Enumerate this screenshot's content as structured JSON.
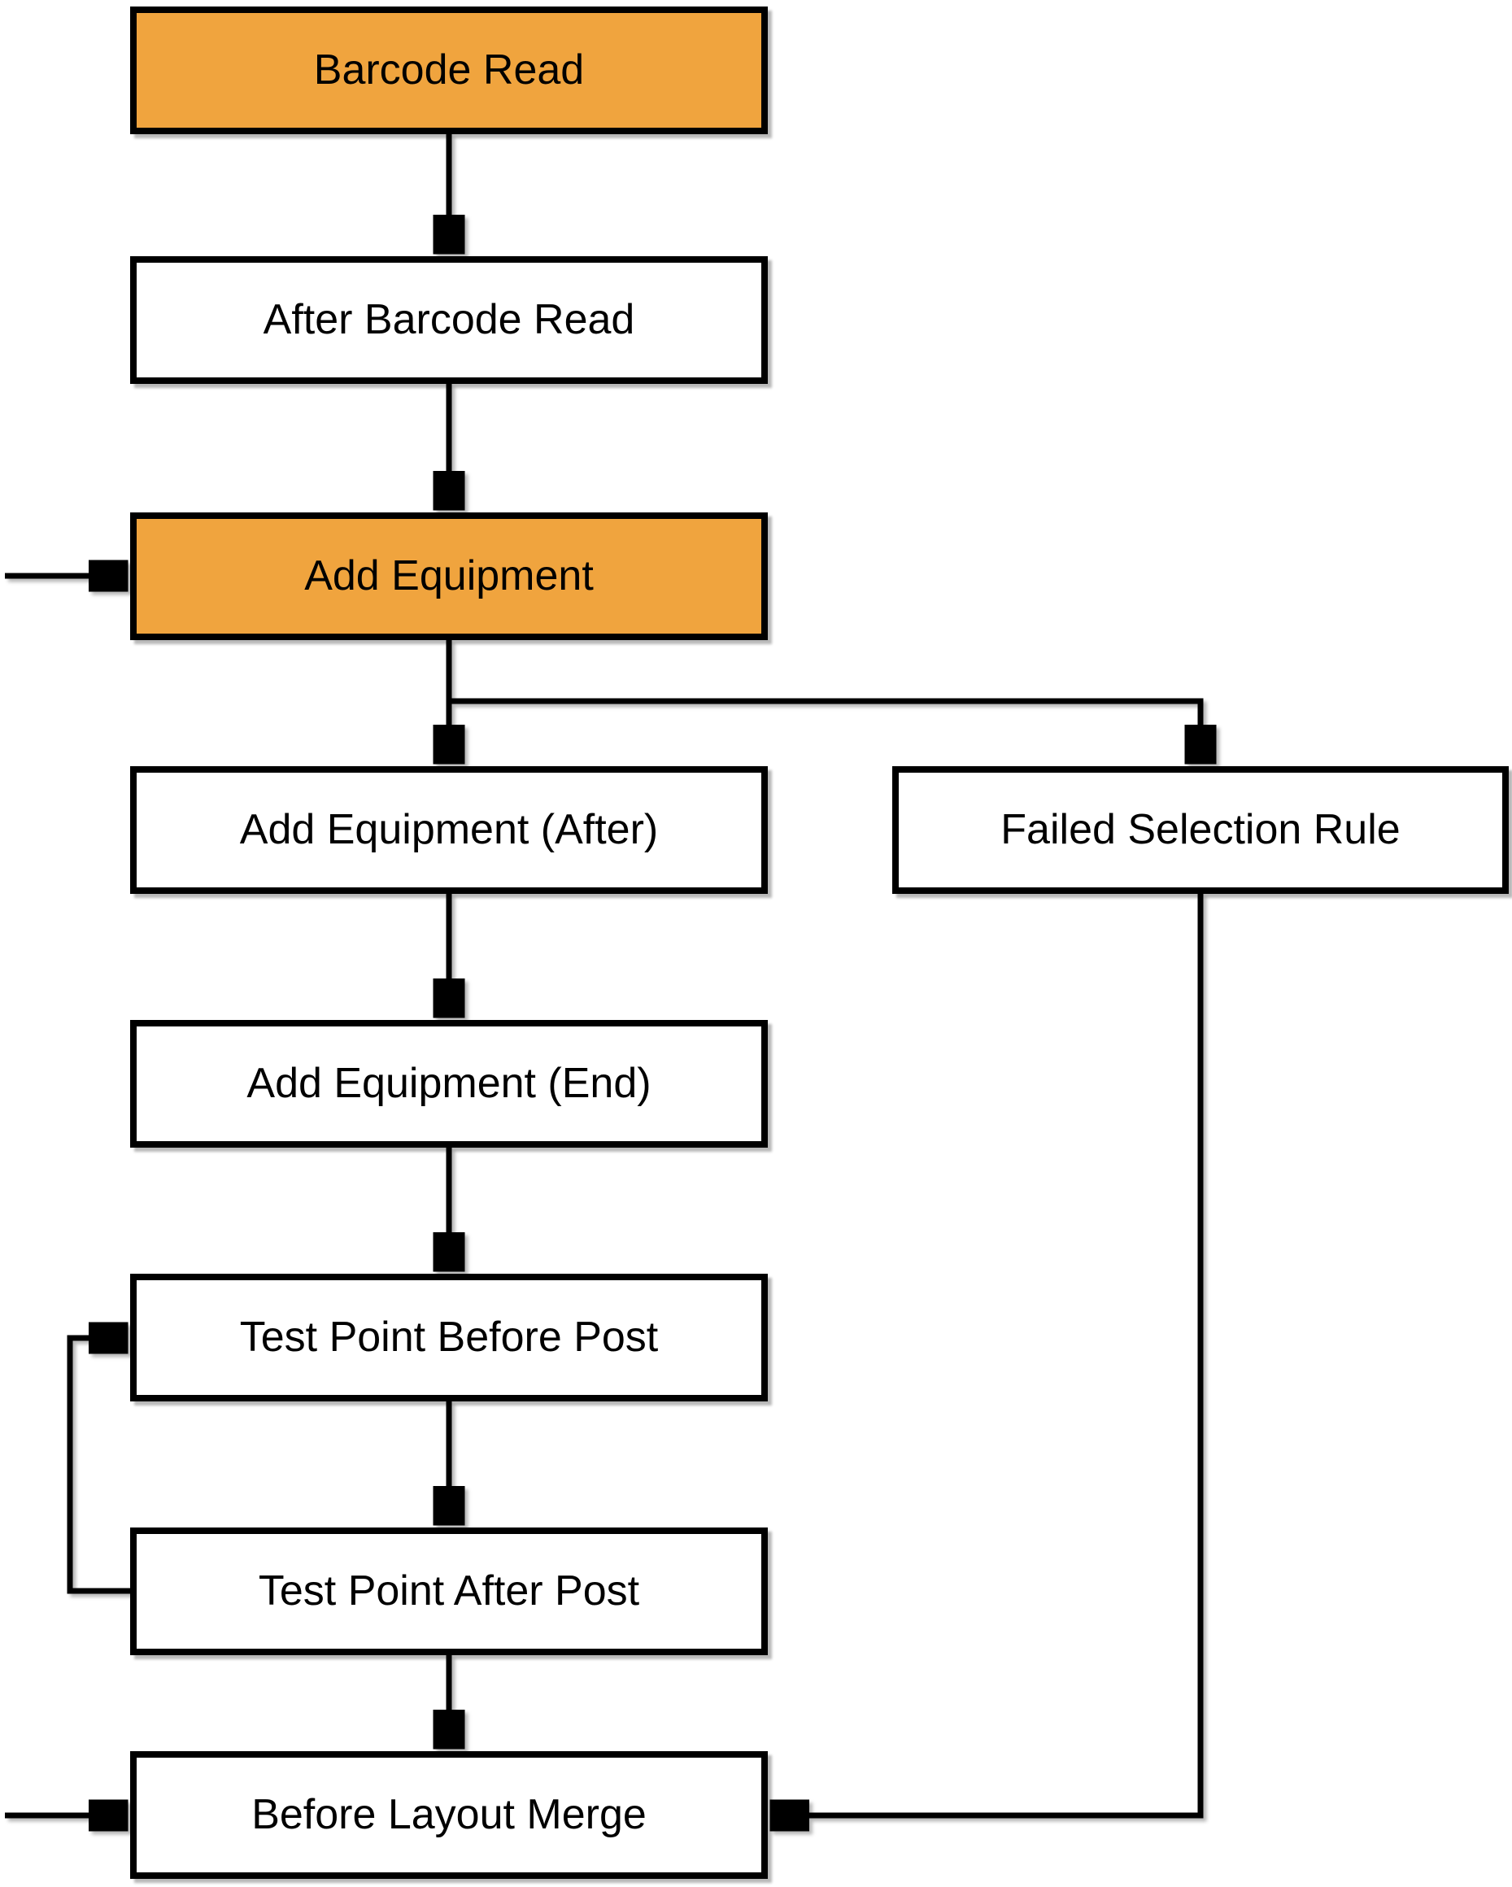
{
  "diagram_type": "flowchart",
  "colors": {
    "highlight_fill": "#F0A43E",
    "default_fill": "#FFFFFF",
    "stroke": "#000000",
    "text": "#000000",
    "background": "#FFFFFF"
  },
  "nodes": [
    {
      "id": "barcode-read",
      "label": "Barcode Read",
      "highlighted": true
    },
    {
      "id": "after-barcode-read",
      "label": "After Barcode Read",
      "highlighted": false
    },
    {
      "id": "add-equipment",
      "label": "Add Equipment",
      "highlighted": true
    },
    {
      "id": "add-equipment-after",
      "label": "Add Equipment (After)",
      "highlighted": false
    },
    {
      "id": "failed-selection-rule",
      "label": "Failed Selection Rule",
      "highlighted": false
    },
    {
      "id": "add-equipment-end",
      "label": "Add Equipment (End)",
      "highlighted": false
    },
    {
      "id": "test-point-before-post",
      "label": "Test Point Before Post",
      "highlighted": false
    },
    {
      "id": "test-point-after-post",
      "label": "Test Point After Post",
      "highlighted": false
    },
    {
      "id": "before-layout-merge",
      "label": "Before Layout Merge",
      "highlighted": false
    }
  ],
  "edges": [
    {
      "from": "barcode-read",
      "to": "after-barcode-read"
    },
    {
      "from": "after-barcode-read",
      "to": "add-equipment"
    },
    {
      "from": "external-left",
      "to": "add-equipment"
    },
    {
      "from": "add-equipment",
      "to": "add-equipment-after"
    },
    {
      "from": "add-equipment",
      "to": "failed-selection-rule"
    },
    {
      "from": "add-equipment-after",
      "to": "add-equipment-end"
    },
    {
      "from": "add-equipment-end",
      "to": "test-point-before-post"
    },
    {
      "from": "test-point-before-post",
      "to": "test-point-after-post"
    },
    {
      "from": "test-point-after-post",
      "to": "test-point-before-post"
    },
    {
      "from": "test-point-after-post",
      "to": "before-layout-merge"
    },
    {
      "from": "external-left",
      "to": "before-layout-merge"
    },
    {
      "from": "failed-selection-rule",
      "to": "before-layout-merge"
    }
  ]
}
